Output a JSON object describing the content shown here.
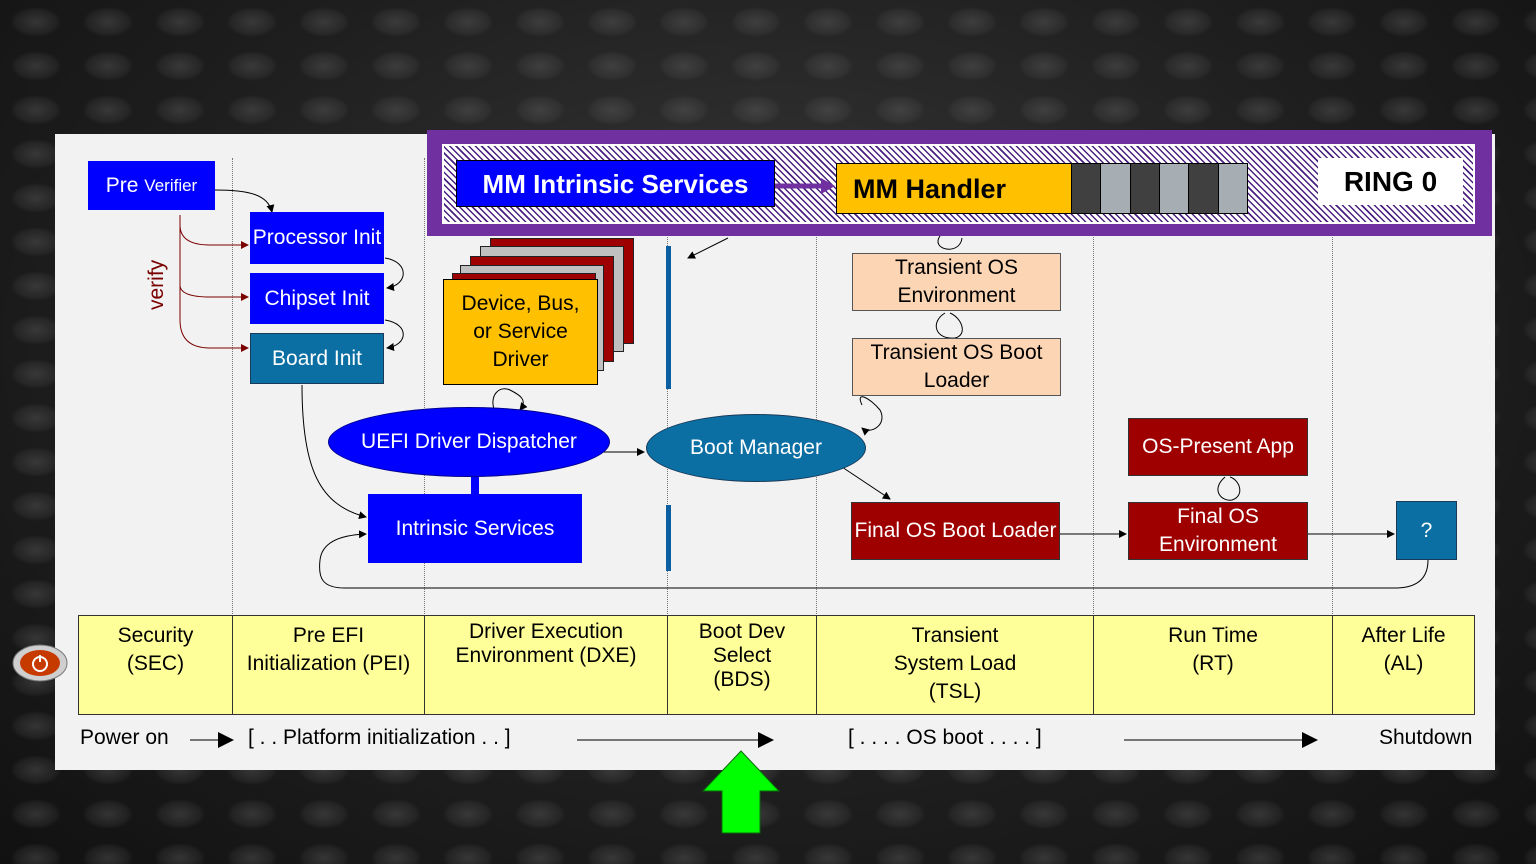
{
  "top": {
    "mm_intrinsic": "MM Intrinsic Services",
    "mm_handler": "MM Handler",
    "ring0": "RING 0"
  },
  "sec": {
    "pre": "Pre",
    "verifier": "Verifier",
    "verify": "verify"
  },
  "pei": {
    "processor": "Processor Init",
    "chipset": "Chipset Init",
    "board": "Board Init"
  },
  "dxe": {
    "driver": "Device,  Bus, or Service Driver",
    "dispatcher": "UEFI Driver Dispatcher",
    "intrinsic": "Intrinsic Services"
  },
  "bds": {
    "boot_manager": "Boot Manager"
  },
  "tsl": {
    "transient_env": "Transient OS Environment",
    "transient_loader": "Transient OS Boot Loader",
    "final_loader": "Final OS Boot Loader"
  },
  "rt": {
    "app": "OS-Present App",
    "final_env": "Final OS Environment"
  },
  "al": {
    "unknown": "?"
  },
  "phases": [
    {
      "line1": "Security",
      "line2": "(SEC)"
    },
    {
      "line1": "Pre EFI",
      "line2": "Initialization  (PEI)"
    },
    {
      "line1": "Driver Execution",
      "line2": "Environment  (DXE)"
    },
    {
      "line1": "Boot Dev",
      "line2": "Select",
      "line3": "(BDS)"
    },
    {
      "line1": "Transient",
      "line2": "System Load",
      "line3": "(TSL)"
    },
    {
      "line1": "Run Time",
      "line2": "(RT)"
    },
    {
      "line1": "After Life",
      "line2": "(AL)"
    }
  ],
  "footer": {
    "power_on": "Power  on",
    "platform": "[ . . Platform  initialization  . . ]",
    "os_boot": "[ . . . . OS boot . . . . ]",
    "shutdown": "Shutdown"
  },
  "colors": {
    "ring": "#7030a0",
    "phase": "#ffff99",
    "accent_arrow": "#00ff00"
  }
}
